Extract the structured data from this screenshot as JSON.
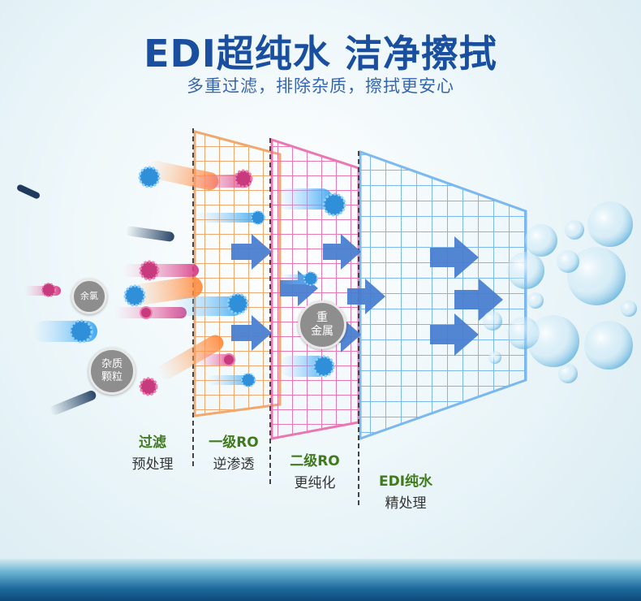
{
  "header": {
    "title": "EDI超纯水 洁净擦拭",
    "subtitle": "多重过滤，排除杂质，擦拭更安心"
  },
  "badges": {
    "residual_chlorine": "余氯",
    "impurity_particles": "杂质\n颗粒",
    "heavy_metal": "重\n金属"
  },
  "stages": [
    {
      "en": "过滤",
      "cn": "预处理"
    },
    {
      "en": "一级RO",
      "cn": "逆渗透"
    },
    {
      "en": "二级RO",
      "cn": "更纯化"
    },
    {
      "en": "EDI纯水",
      "cn": "精处理"
    }
  ],
  "colors": {
    "title": "#1a4fa0",
    "stage_label": "#3f7a1d",
    "mesh_1": "#f0a468",
    "mesh_2": "#e86aab",
    "mesh_3": "#6fb2ee",
    "arrow": "#4a7fd0"
  }
}
